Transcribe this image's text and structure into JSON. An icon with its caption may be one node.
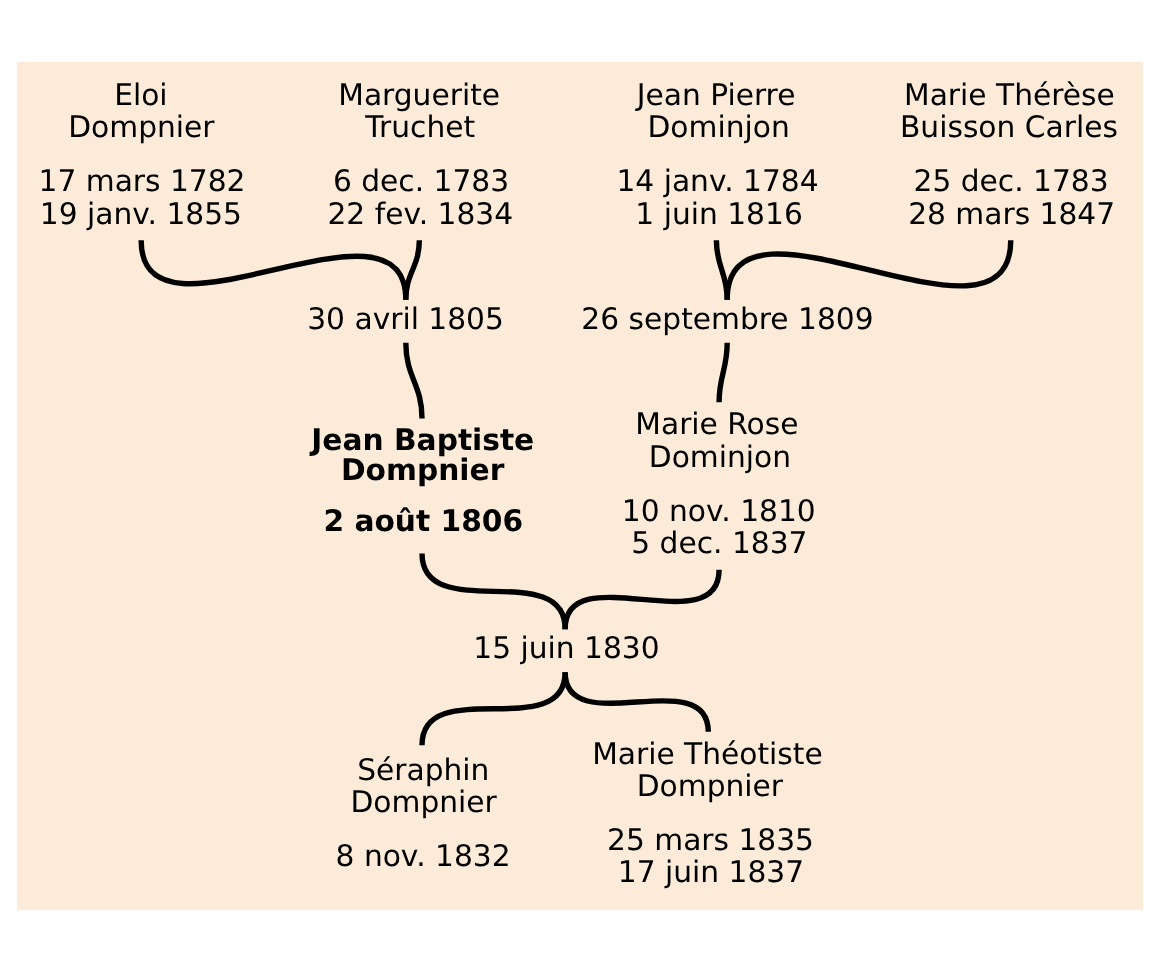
{
  "diagram": {
    "nodes": [
      {
        "text": [
          "Eloi Dompnier",
          "17 mars 1782",
          "19 janv. 1855"
        ]
      },
      {
        "text": [
          "Marguerite Truchet",
          "6 dec. 1783",
          "22 fev. 1834"
        ]
      },
      {
        "text": [
          "Jean Pierre Dominjon",
          "14 janv. 1784",
          "1 juin 1816"
        ]
      },
      {
        "text": [
          "Marie Thérèse Buisson Carles",
          "25 dec. 1783",
          "28 mars 1847"
        ]
      },
      {
        "text": [
          "30 avril 1805"
        ]
      },
      {
        "text": [
          "26 septembre 1809"
        ]
      },
      {
        "text": [
          "Jean Baptiste Dompnier",
          "2 août 1806"
        ]
      },
      {
        "text": [
          "Marie Rose Dominjon",
          "10 nov. 1810",
          "5 dec. 1837"
        ]
      },
      {
        "text": [
          "15 juin 1830"
        ]
      },
      {
        "text": [
          "Séraphin Dompnier",
          "8 nov. 1832"
        ]
      },
      {
        "text": [
          "Marie Théotiste Dompnier",
          "25 mars 1835",
          "17 juin 1837"
        ]
      }
    ],
    "edges": [
      {
        "from": 0,
        "to": 4,
        "arrow": "none"
      },
      {
        "from": 1,
        "to": 4,
        "arrow": "none"
      },
      {
        "from": 4,
        "to": 6,
        "arrow": "none"
      },
      {
        "from": 2,
        "to": 5,
        "arrow": "none"
      },
      {
        "from": 3,
        "to": 5,
        "arrow": "none"
      },
      {
        "from": 5,
        "to": 7,
        "arrow": "none"
      },
      {
        "from": 6,
        "to": 8,
        "arrow": "none"
      },
      {
        "from": 7,
        "to": 8,
        "arrow": "none"
      },
      {
        "from": 8,
        "to": 9,
        "arrow": "none"
      },
      {
        "from": 8,
        "to": 10,
        "arrow": "none"
      }
    ]
  }
}
